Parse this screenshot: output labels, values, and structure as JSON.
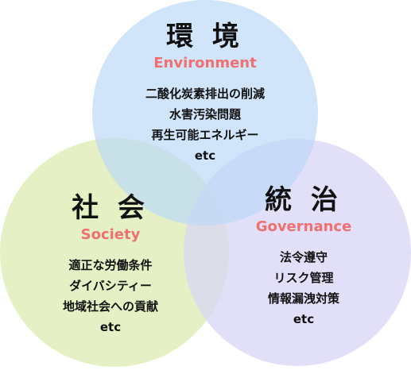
{
  "colors": {
    "environment_circle": "#bcd8f8",
    "society_circle": "#dcecb0",
    "governance_circle": "#d8d6f6",
    "subtitle": "#f07070",
    "text": "#111111"
  },
  "circles": [
    {
      "title": "環 境",
      "subtitle": "Environment",
      "items": [
        "二酸化炭素排出の削減",
        "水害汚染問題",
        "再生可能エネルギー",
        "etc"
      ]
    },
    {
      "title": "社 会",
      "subtitle": "Society",
      "items": [
        "適正な労働条件",
        "ダイバシティー",
        "地域社会への貢献",
        "etc"
      ]
    },
    {
      "title": "統 治",
      "subtitle": "Governance",
      "items": [
        "法令遵守",
        "リスク管理",
        "情報漏洩対策",
        "etc"
      ]
    }
  ]
}
